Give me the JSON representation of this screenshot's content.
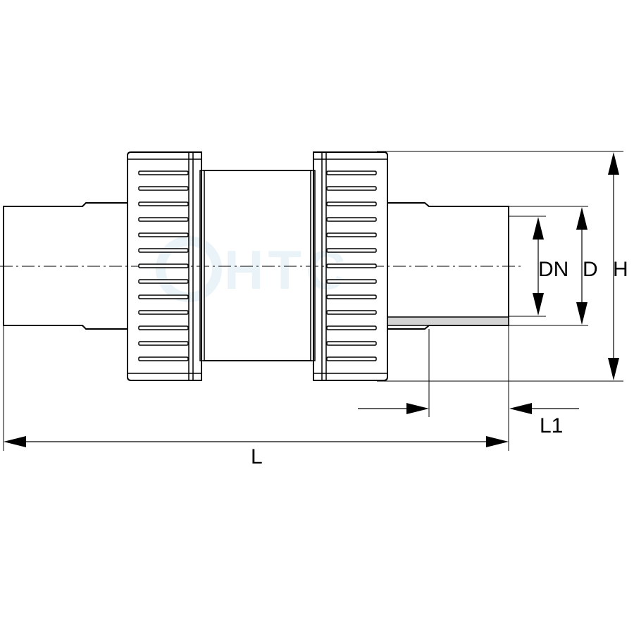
{
  "dimensions": {
    "dn": "DN",
    "d": "D",
    "h": "H",
    "l1": "L1",
    "l": "L"
  },
  "watermark": "HTC",
  "colors": {
    "line": "#000000",
    "background": "#ffffff",
    "socket_fill": "#d4d4d4",
    "watermark": "#eaf3f8"
  }
}
